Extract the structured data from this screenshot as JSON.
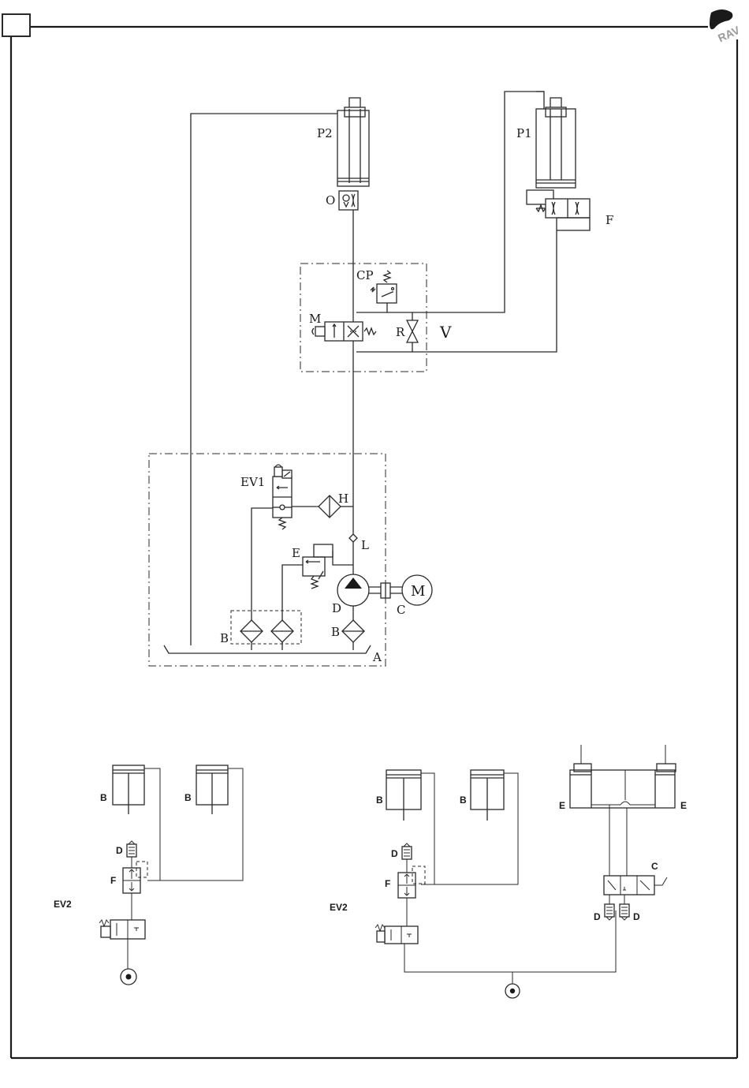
{
  "brand": {
    "logo_text": "RAV",
    "color": "#222222"
  },
  "labels": {
    "P2": "P2",
    "P1": "P1",
    "O": "O",
    "F": "F",
    "CP": "CP",
    "M": "M",
    "R": "R",
    "V": "V",
    "EV1": "EV1",
    "H": "H",
    "L": "L",
    "E": "E",
    "D": "D",
    "C": "C",
    "motor": "M",
    "B_left": "B",
    "B_right": "B",
    "A": "A"
  },
  "lower_left": {
    "B1": "B",
    "B2": "B",
    "D": "D",
    "F": "F",
    "EV2": "EV2"
  },
  "lower_right": {
    "B1": "B",
    "B2": "B",
    "D": "D",
    "F": "F",
    "EV2": "EV2",
    "E1": "E",
    "E2": "E",
    "C": "C",
    "D1": "D",
    "D2": "D"
  }
}
